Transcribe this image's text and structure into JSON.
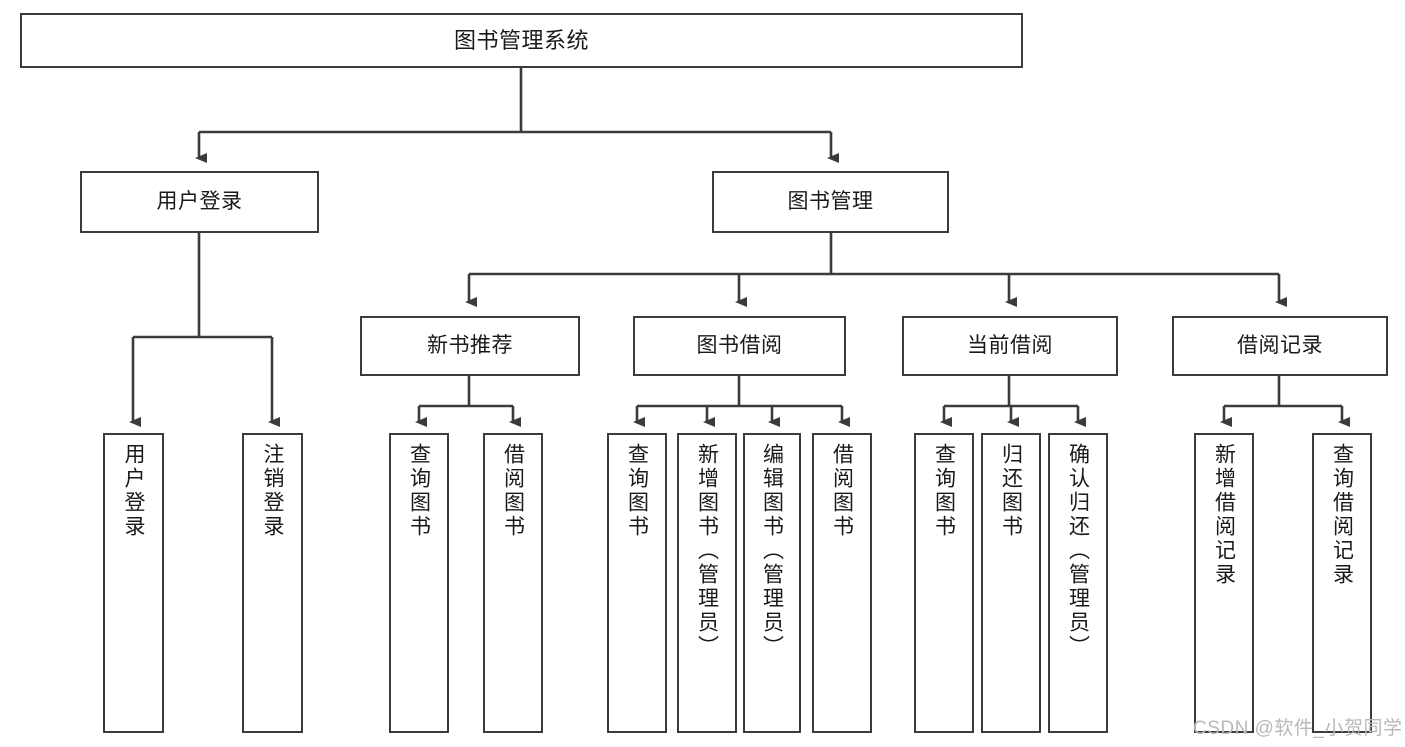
{
  "diagram": {
    "type": "tree-hierarchy",
    "title": "图书管理系统",
    "levels": {
      "root": {
        "label": "图书管理系统"
      },
      "level2": [
        {
          "label": "用户登录"
        },
        {
          "label": "图书管理"
        }
      ],
      "level3": [
        {
          "label": "新书推荐"
        },
        {
          "label": "图书借阅"
        },
        {
          "label": "当前借阅"
        },
        {
          "label": "借阅记录"
        }
      ],
      "leaves": [
        {
          "label": "用户登录",
          "parent": "用户登录"
        },
        {
          "label": "注销登录",
          "parent": "用户登录"
        },
        {
          "label": "查询图书",
          "parent": "新书推荐"
        },
        {
          "label": "借阅图书",
          "parent": "新书推荐"
        },
        {
          "label": "查询图书",
          "parent": "图书借阅"
        },
        {
          "label": "新增图书（管理员）",
          "parent": "图书借阅"
        },
        {
          "label": "编辑图书（管理员）",
          "parent": "图书借阅"
        },
        {
          "label": "借阅图书",
          "parent": "图书借阅"
        },
        {
          "label": "查询图书",
          "parent": "当前借阅"
        },
        {
          "label": "归还图书",
          "parent": "当前借阅"
        },
        {
          "label": "确认归还（管理员）",
          "parent": "当前借阅"
        },
        {
          "label": "新增借阅记录",
          "parent": "借阅记录"
        },
        {
          "label": "查询借阅记录",
          "parent": "借阅记录"
        }
      ]
    },
    "colors": {
      "border": "#3b3b3b",
      "background": "#ffffff",
      "text": "#1a1a1a",
      "watermark": "#b9b9b9"
    }
  },
  "watermark": {
    "text": "CSDN @软件_小贺同学"
  }
}
